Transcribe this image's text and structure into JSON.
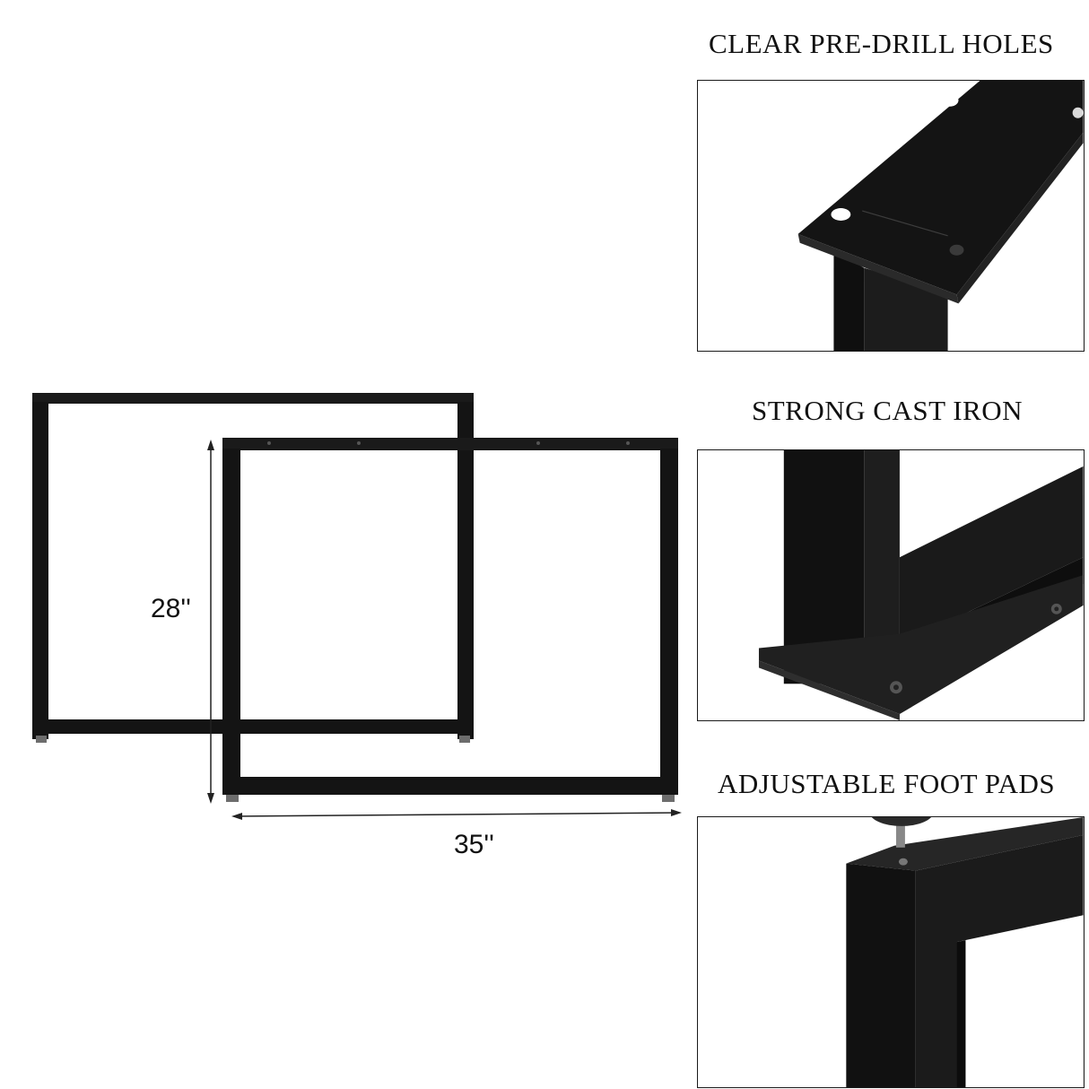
{
  "dimensions": {
    "height": "28''",
    "width": "35''"
  },
  "details": [
    {
      "caption": "CLEAR PRE-DRILL HOLES",
      "image": "top-plate-holes-icon"
    },
    {
      "caption": "STRONG CAST IRON",
      "image": "cast-iron-joint-icon"
    },
    {
      "caption": "ADJUSTABLE FOOT PADS",
      "image": "foot-pad-icon"
    }
  ],
  "colors": {
    "metal": "#141414",
    "metal_highlight": "#2e2e2e",
    "text": "#111111"
  }
}
